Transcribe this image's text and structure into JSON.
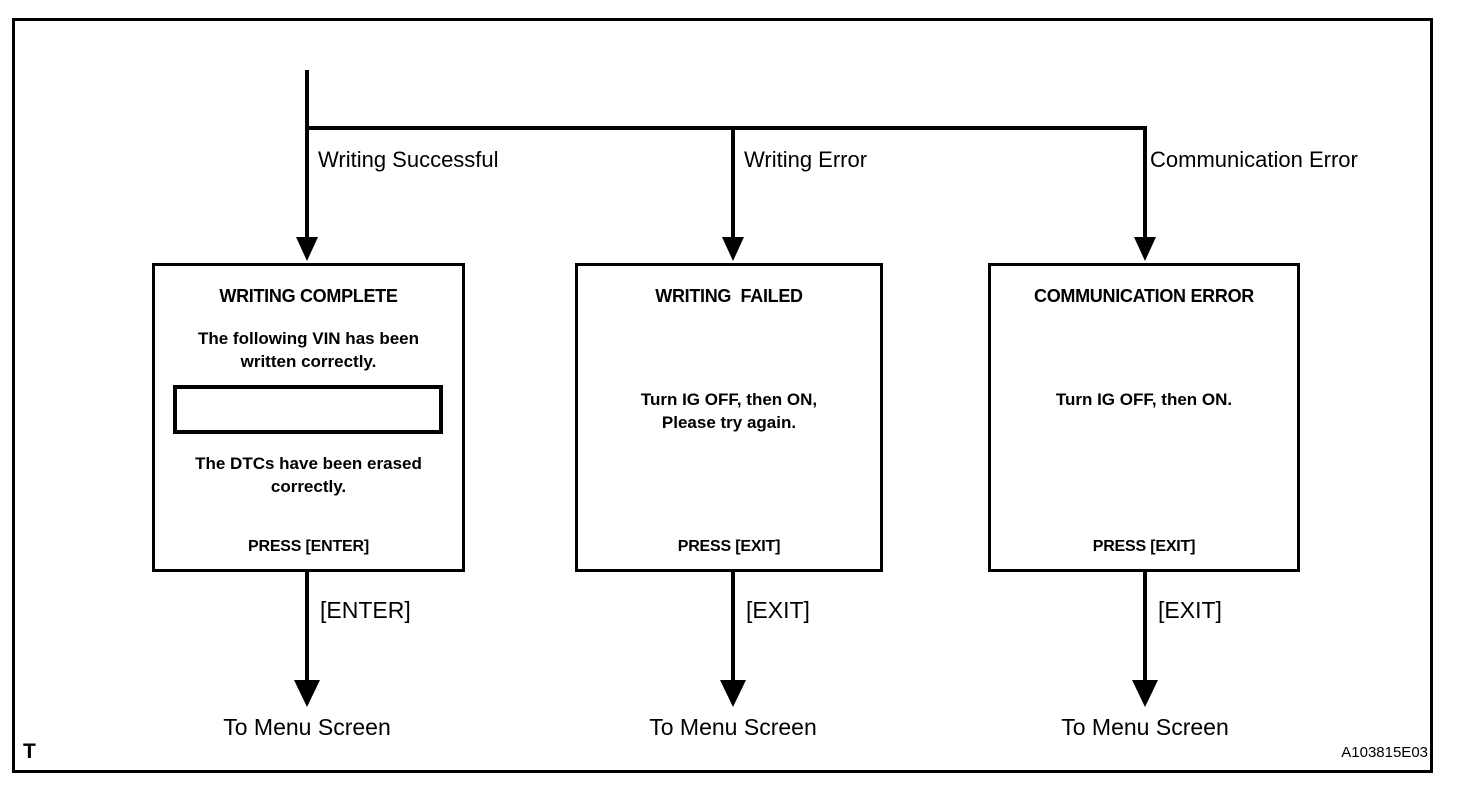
{
  "page": {
    "background_color": "#ffffff",
    "line_color": "#000000",
    "corner_label": "T",
    "figure_code": "A103815E03"
  },
  "columns": [
    {
      "branch_label": "Writing Successful",
      "box": {
        "title": "WRITING COMPLETE",
        "body_top": "The following VIN has been\nwritten correctly.",
        "vin_field_value": "",
        "body_bottom": "The DTCs have been erased\ncorrectly.",
        "press_label": "PRESS [ENTER]"
      },
      "key_label": "[ENTER]",
      "destination": "To Menu Screen"
    },
    {
      "branch_label": "Writing Error",
      "box": {
        "title": "WRITING  FAILED",
        "body": "Turn IG OFF, then ON,\nPlease try again.",
        "press_label": "PRESS [EXIT]"
      },
      "key_label": "[EXIT]",
      "destination": "To Menu Screen"
    },
    {
      "branch_label": "Communication Error",
      "box": {
        "title": "COMMUNICATION ERROR",
        "body": "Turn IG OFF, then ON.",
        "press_label": "PRESS [EXIT]"
      },
      "key_label": "[EXIT]",
      "destination": "To Menu Screen"
    }
  ]
}
